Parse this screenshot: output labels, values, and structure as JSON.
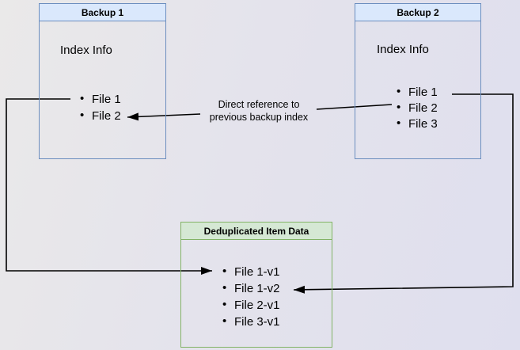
{
  "backup1": {
    "title": "Backup 1",
    "subtitle": "Index Info",
    "items": [
      "File 1",
      "File 2"
    ]
  },
  "backup2": {
    "title": "Backup 2",
    "subtitle": "Index Info",
    "items": [
      "File 1",
      "File 2",
      "File 3"
    ]
  },
  "dedup": {
    "title": "Deduplicated Item Data",
    "items": [
      "File 1-v1",
      "File 1-v2",
      "File 2-v1",
      "File 3-v1"
    ]
  },
  "edge_label": {
    "line1": "Direct reference to",
    "line2": "previous backup index"
  },
  "colors": {
    "blue_fill": "#dae8fc",
    "blue_border": "#6c8ebf",
    "green_fill": "#d5e8d4",
    "green_border": "#82b366",
    "arrow": "#000000",
    "bg_left": "#eae9e9",
    "bg_right": "#dfdfee"
  }
}
